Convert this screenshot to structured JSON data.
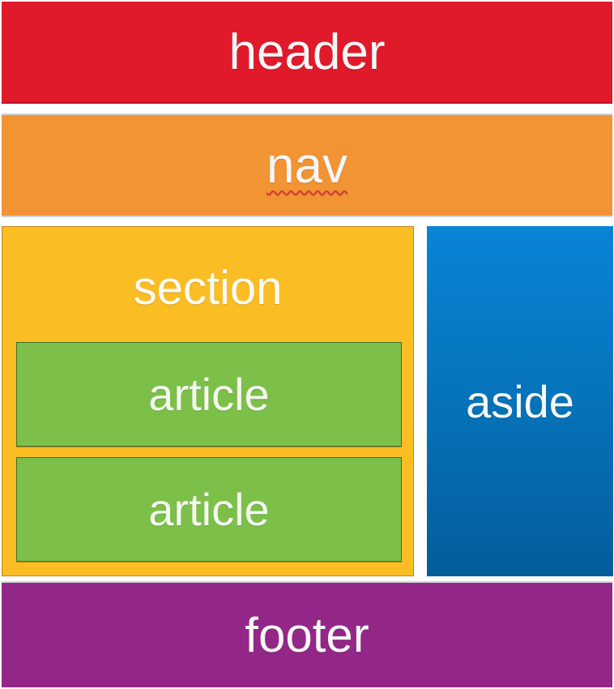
{
  "diagram": {
    "header": {
      "label": "header",
      "color": "#e01a2b"
    },
    "nav": {
      "label": "nav",
      "color": "#f29334"
    },
    "section": {
      "label": "section",
      "color": "#fbbd24"
    },
    "articles": [
      {
        "label": "article",
        "color": "#7cc049"
      },
      {
        "label": "article",
        "color": "#7cc049"
      }
    ],
    "aside": {
      "label": "aside",
      "color": "#0571b7"
    },
    "footer": {
      "label": "footer",
      "color": "#932788"
    }
  }
}
